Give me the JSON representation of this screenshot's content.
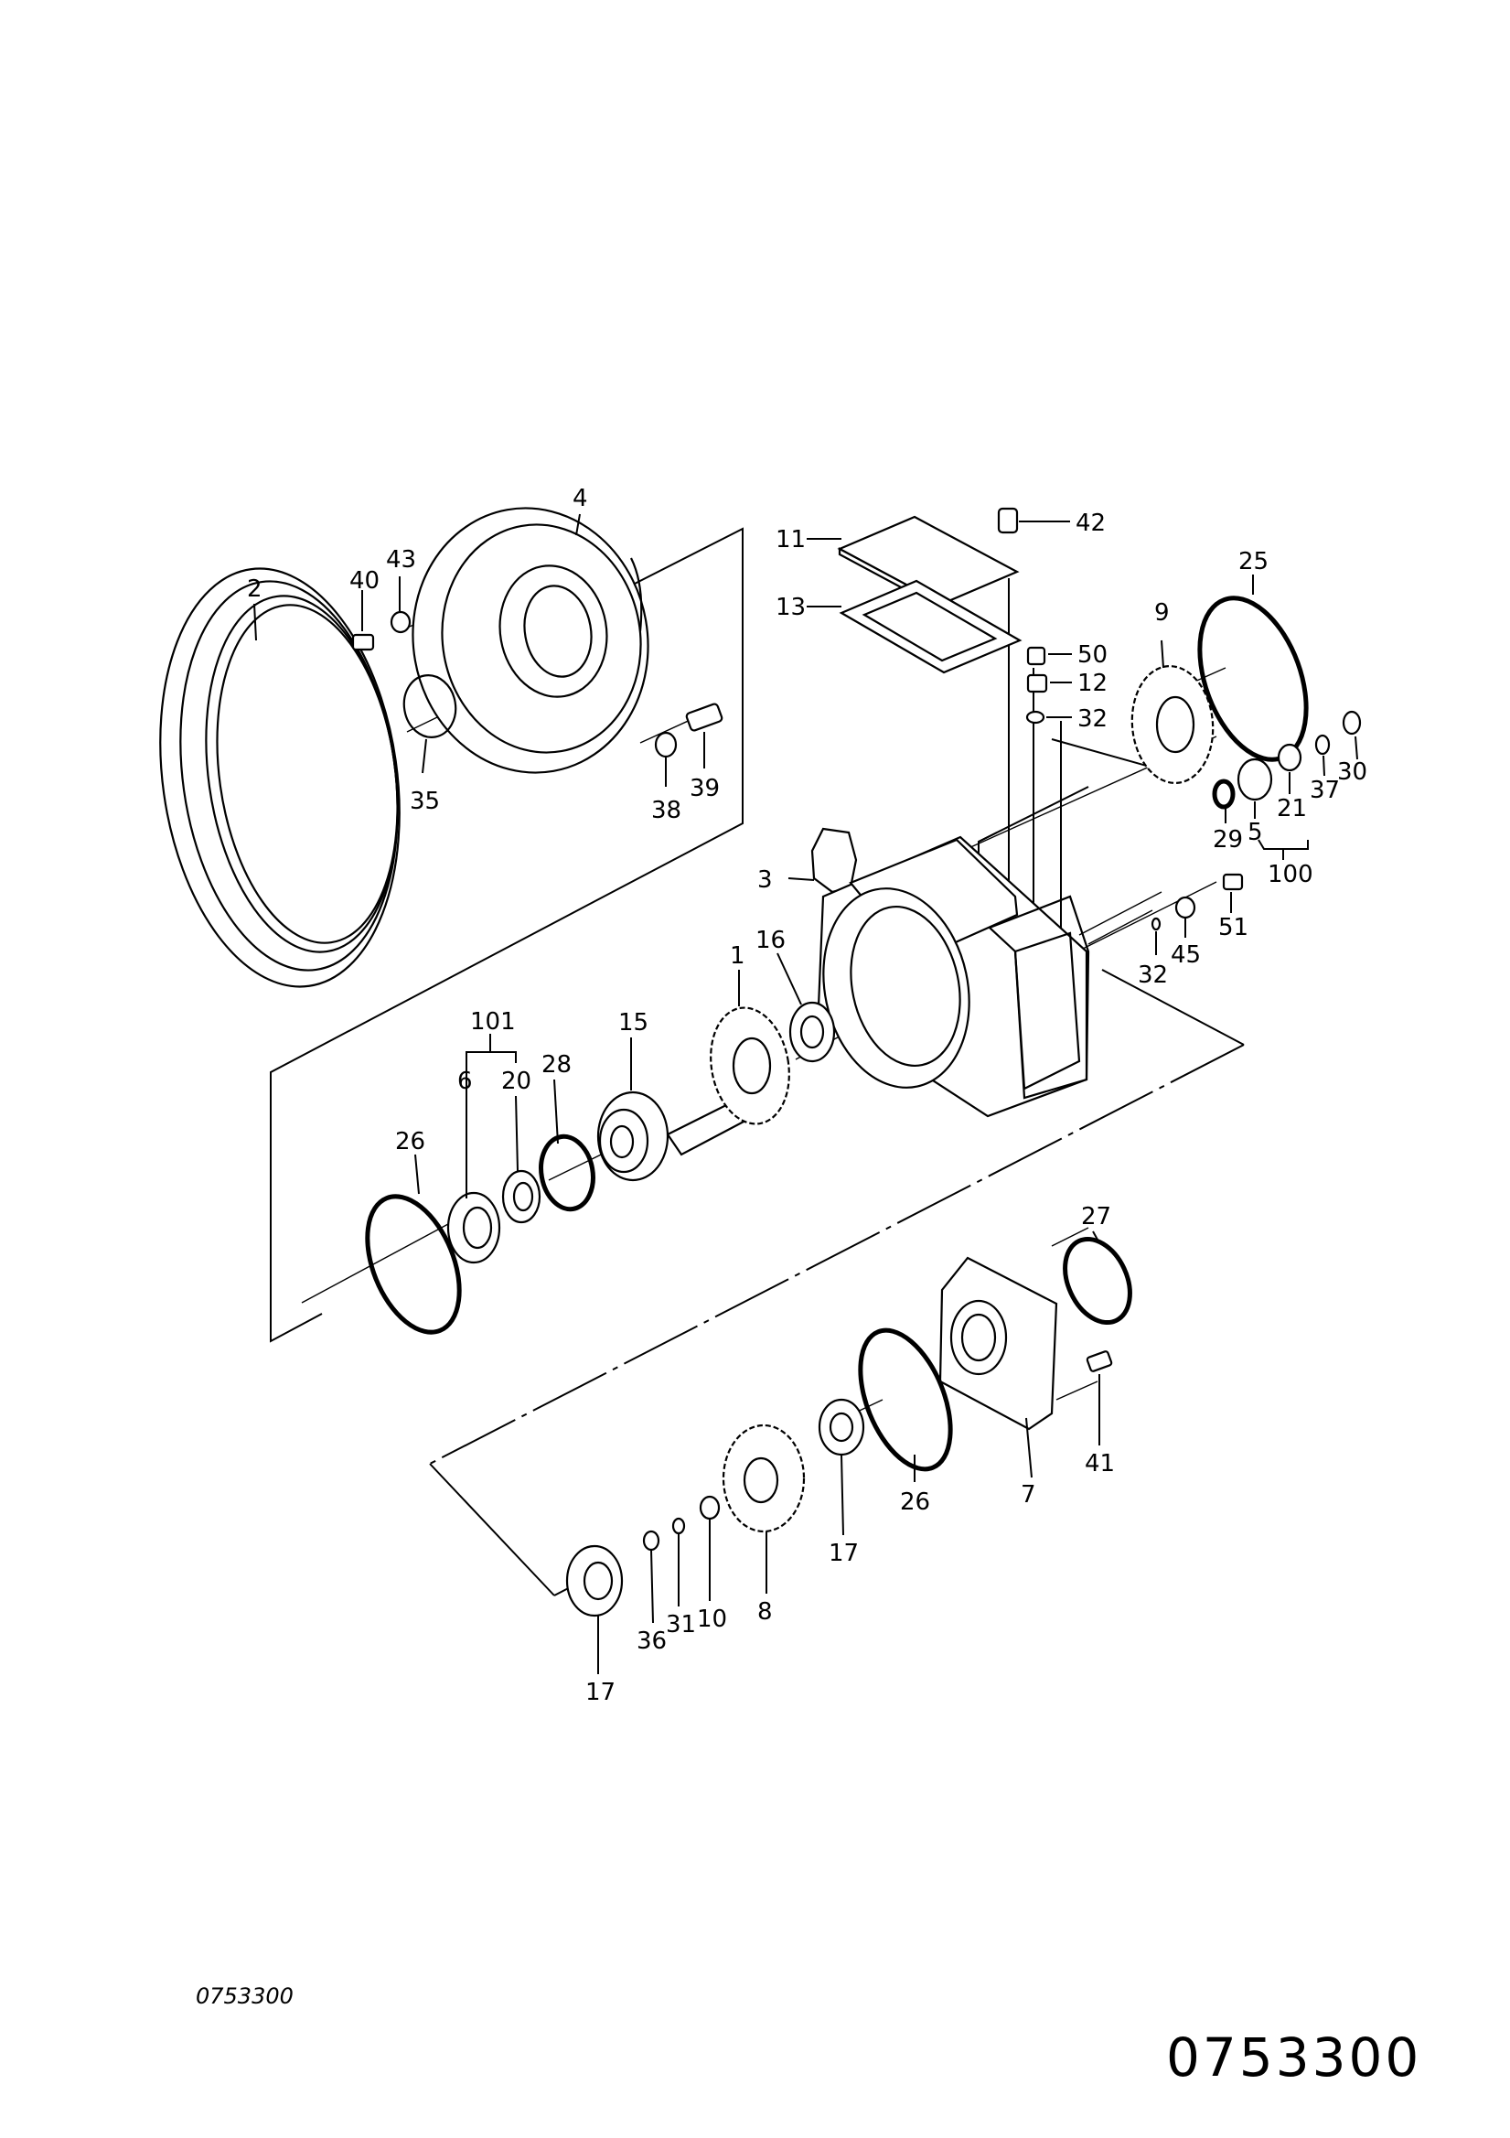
{
  "drawing": {
    "figure_code_small": "0753300",
    "figure_code_large": "0753300"
  },
  "callouts": [
    {
      "id": "c2",
      "text": "2"
    },
    {
      "id": "c4",
      "text": "4"
    },
    {
      "id": "c40",
      "text": "40"
    },
    {
      "id": "c43",
      "text": "43"
    },
    {
      "id": "c35",
      "text": "35"
    },
    {
      "id": "c38",
      "text": "38"
    },
    {
      "id": "c39",
      "text": "39"
    },
    {
      "id": "c11",
      "text": "11"
    },
    {
      "id": "c13",
      "text": "13"
    },
    {
      "id": "c42",
      "text": "42"
    },
    {
      "id": "c50",
      "text": "50"
    },
    {
      "id": "c12",
      "text": "12"
    },
    {
      "id": "c32a",
      "text": "32"
    },
    {
      "id": "c25",
      "text": "25"
    },
    {
      "id": "c9",
      "text": "9"
    },
    {
      "id": "c30",
      "text": "30"
    },
    {
      "id": "c37",
      "text": "37"
    },
    {
      "id": "c21",
      "text": "21"
    },
    {
      "id": "c29",
      "text": "29"
    },
    {
      "id": "c5",
      "text": "5"
    },
    {
      "id": "c100",
      "text": "100"
    },
    {
      "id": "c3",
      "text": "3"
    },
    {
      "id": "c51",
      "text": "51"
    },
    {
      "id": "c45",
      "text": "45"
    },
    {
      "id": "c32b",
      "text": "32"
    },
    {
      "id": "c1",
      "text": "1"
    },
    {
      "id": "c16",
      "text": "16"
    },
    {
      "id": "c15",
      "text": "15"
    },
    {
      "id": "c101",
      "text": "101"
    },
    {
      "id": "c6",
      "text": "6"
    },
    {
      "id": "c20",
      "text": "20"
    },
    {
      "id": "c28",
      "text": "28"
    },
    {
      "id": "c26a",
      "text": "26"
    },
    {
      "id": "c27",
      "text": "27"
    },
    {
      "id": "c41",
      "text": "41"
    },
    {
      "id": "c7",
      "text": "7"
    },
    {
      "id": "c26b",
      "text": "26"
    },
    {
      "id": "c17a",
      "text": "17"
    },
    {
      "id": "c8",
      "text": "8"
    },
    {
      "id": "c10",
      "text": "10"
    },
    {
      "id": "c31",
      "text": "31"
    },
    {
      "id": "c36",
      "text": "36"
    },
    {
      "id": "c17b",
      "text": "17"
    }
  ]
}
